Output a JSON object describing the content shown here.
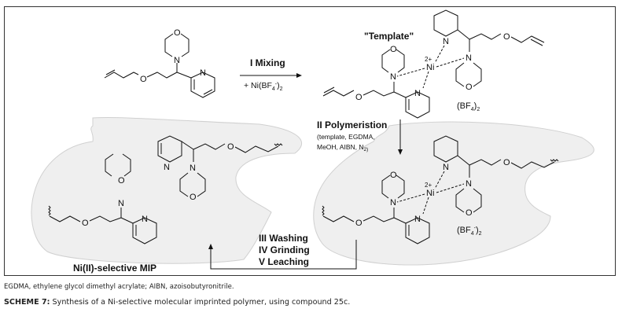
{
  "scheme": {
    "step1": {
      "label": "I Mixing",
      "reagent": "+ Ni(BF",
      "reagent_sub": "4",
      "reagent_sup": "-",
      "reagent_end": ")",
      "reagent_sub2": "2"
    },
    "template_label": "\"Template\"",
    "charge": "2+",
    "metal": "Ni",
    "counterion_top": "(BF",
    "counterion_top_sub": "4",
    "counterion_top_end": ")",
    "counterion_top_sub2": "2",
    "counterion_bottom": "(BF",
    "counterion_bottom_sub": "4",
    "counterion_bottom_sup": "-",
    "counterion_bottom_end": ")",
    "counterion_bottom_sub2": "2",
    "step2": {
      "label": "II Polymeristion",
      "conditions_line1": "(template, EGDMA,",
      "conditions_line2": "MeOH, AIBN, N",
      "conditions_sub": "2)"
    },
    "step3to5": [
      "III Washing",
      "IV Grinding",
      "V  Leaching"
    ],
    "mip_label": "Ni(II)-selective MIP",
    "atoms": {
      "O": "O",
      "N": "N"
    }
  },
  "footnote": "EGDMA, ethylene glycol dimethyl acrylate; AIBN, azoisobutyronitrile.",
  "caption": {
    "prefix": "SCHEME 7:",
    "text": " Synthesis of a Ni-selective molecular imprinted polymer, using compound 25c."
  }
}
